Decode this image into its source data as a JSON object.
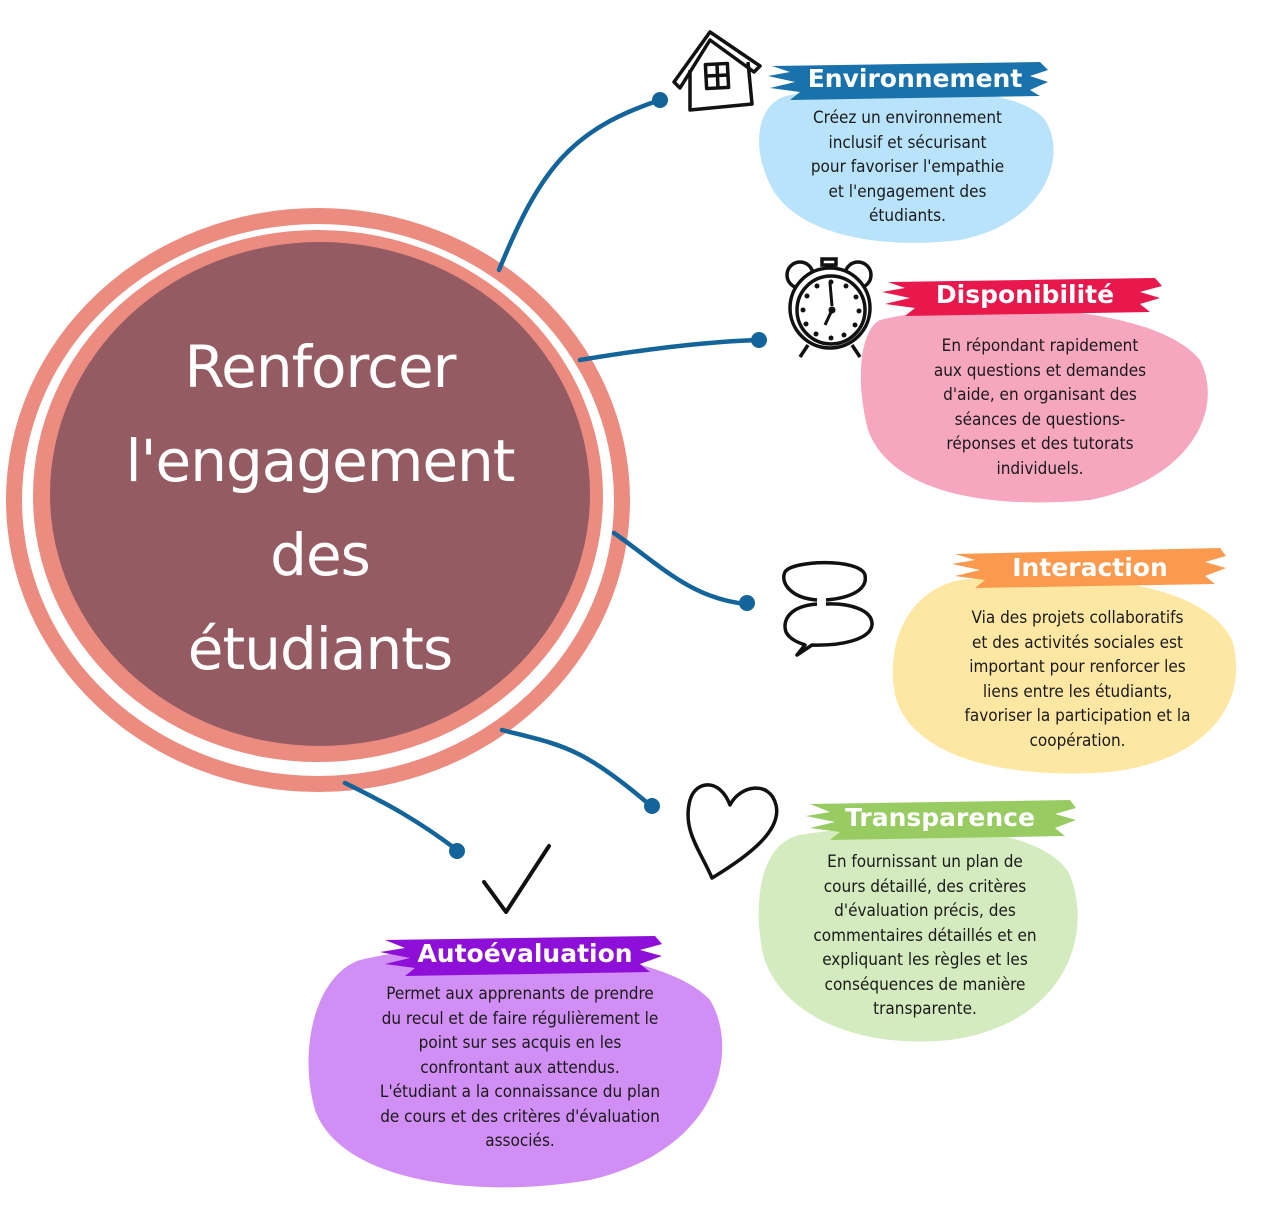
{
  "center": {
    "title_lines": [
      "Renforcer",
      "l'engagement",
      "des",
      "étudiants"
    ],
    "fill_color": "#955b63",
    "ring_color": "#ec8b80"
  },
  "connector_color": "#13649a",
  "nodes": [
    {
      "id": "environnement",
      "icon": "house-icon",
      "title": "Environnement",
      "banner_color": "#1a72ad",
      "blob_color": "#b8e3fb",
      "text_lines": [
        "Créez un environnement",
        "inclusif et sécurisant",
        "pour favoriser l'empathie",
        "et l'engagement des",
        "étudiants."
      ]
    },
    {
      "id": "disponibilite",
      "icon": "alarm-clock-icon",
      "title": "Disponibilité",
      "banner_color": "#e8184d",
      "blob_color": "#f7a6bf",
      "text_lines": [
        "En répondant rapidement",
        "aux questions et demandes",
        "d'aide, en organisant des",
        "séances de questions-",
        "réponses et des tutorats",
        "individuels."
      ]
    },
    {
      "id": "interaction",
      "icon": "speech-bubbles-icon",
      "title": "Interaction",
      "banner_color": "#fb9a4f",
      "blob_color": "#fde7a2",
      "text_lines": [
        "Via des projets collaboratifs",
        "et des activités sociales est",
        "important pour renforcer les",
        "liens entre les étudiants,",
        "favoriser la participation et la",
        "coopération."
      ]
    },
    {
      "id": "transparence",
      "icon": "heart-icon",
      "title": "Transparence",
      "banner_color": "#98cc62",
      "blob_color": "#d4ebbf",
      "text_lines": [
        "En fournissant un plan de",
        "cours détaillé, des critères",
        "d'évaluation précis, des",
        "commentaires détaillés et en",
        "expliquant les règles et les",
        "conséquences de manière",
        "transparente."
      ]
    },
    {
      "id": "autoevaluation",
      "icon": "checkmark-icon",
      "title": "Autoévaluation",
      "banner_color": "#8e10d8",
      "blob_color": "#d18ef5",
      "text_lines": [
        "Permet aux apprenants de prendre",
        "du recul et de faire régulièrement le",
        "point sur ses acquis en les",
        "confrontant aux attendus.",
        "L'étudiant a la connaissance du plan",
        "de cours et des critères d'évaluation",
        "associés."
      ]
    }
  ]
}
